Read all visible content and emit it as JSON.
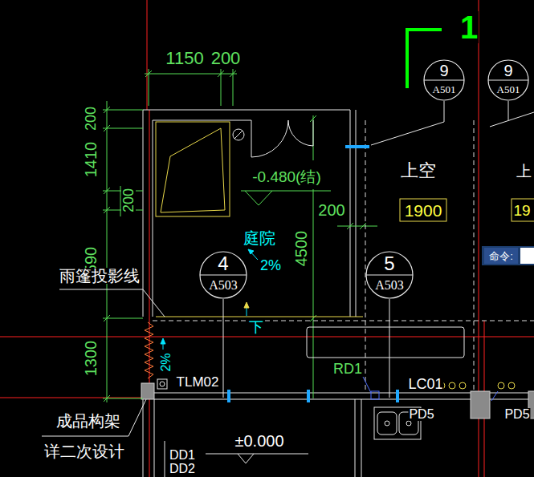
{
  "diagram": {
    "nodes": [
      {
        "text": [
          "9",
          "A501"
        ]
      },
      {
        "text": [
          "9",
          "A501"
        ]
      },
      {
        "text": [
          "4",
          "A503"
        ]
      },
      {
        "text": [
          "5",
          "A503"
        ]
      }
    ],
    "labels": [
      "1150",
      "200",
      "1",
      "200",
      "1410",
      "200",
      "1590",
      "1300",
      "-0.480(结)",
      "200",
      "庭院",
      "2%",
      "4500",
      "上空",
      "1900",
      "19",
      "上",
      "雨篷投影线",
      "下",
      "2%",
      "TLM02",
      "RD1",
      "LC01",
      "PD5",
      "PD5",
      "±0.000",
      "DD1",
      "DD2",
      "成品构架",
      "详二次设计",
      "命令:"
    ]
  }
}
